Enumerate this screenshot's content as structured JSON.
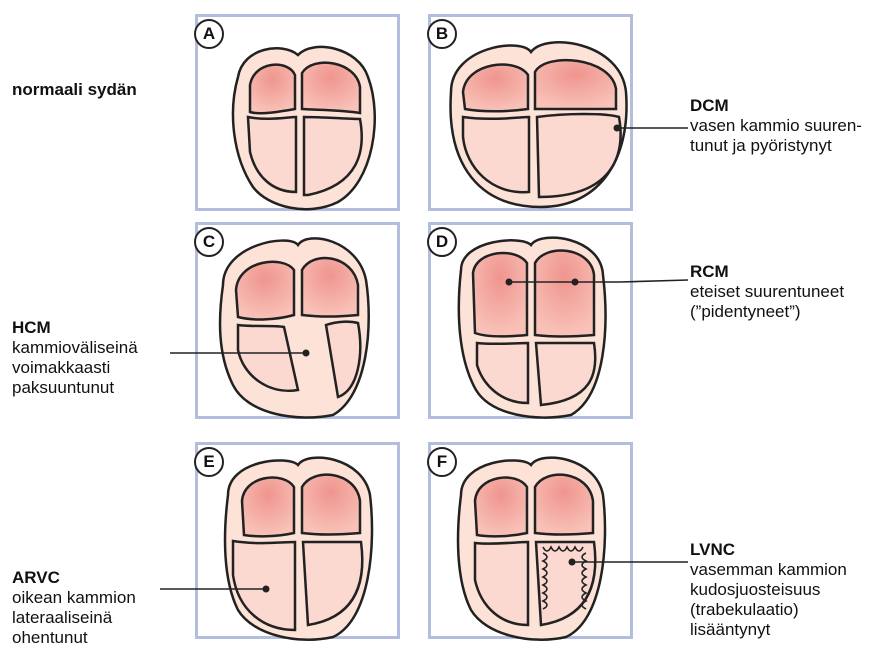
{
  "panels": [
    {
      "letter": "A"
    },
    {
      "letter": "B"
    },
    {
      "letter": "C"
    },
    {
      "letter": "D"
    },
    {
      "letter": "E"
    },
    {
      "letter": "F"
    }
  ],
  "labels": {
    "normal": {
      "title": "normaali sydän"
    },
    "dcm": {
      "title": "DCM",
      "desc": "vasen kammio suuren-\ntunut ja pyöristynyt"
    },
    "hcm": {
      "title": "HCM",
      "desc": "kammioväliseinä\nvoimakkaasti\npaksuuntunut"
    },
    "rcm": {
      "title": "RCM",
      "desc": "eteiset suurentuneet\n(”pidentyneet”)"
    },
    "arvc": {
      "title": "ARVC",
      "desc": "oikean kammion\nlateraaliseinä\nohentunut"
    },
    "lvnc": {
      "title": "LVNC",
      "desc": "vasemman kammion\nkudosjuosteisuus\n(trabekulaatio)\nlisääntynyt"
    }
  },
  "colors": {
    "panel_border": "#b3bedf",
    "atrium": "#f1a29b",
    "ventricle": "#fbd8d0",
    "outer": "#fde2d7",
    "stroke": "#222222"
  }
}
